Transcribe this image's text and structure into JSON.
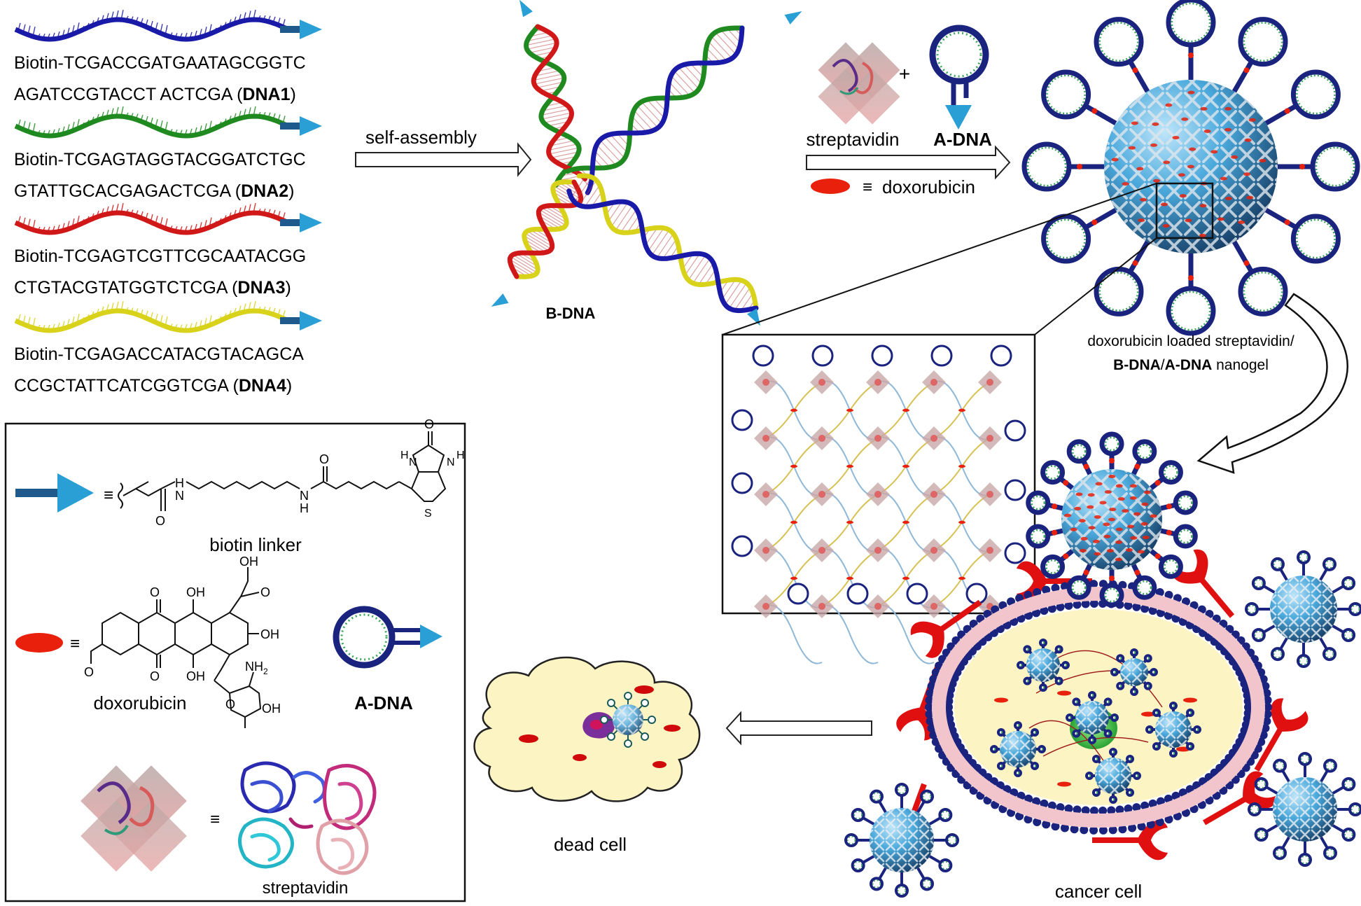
{
  "strands": [
    {
      "line1": "Biotin-TCGACCGATGAATAGCGGTC",
      "line2_seq": "AGATCCGTACCT ACTCGA (",
      "name": "DNA1",
      "color": "#1a1aa8"
    },
    {
      "line1": "Biotin-TCGAGTAGGTACGGATCTGC",
      "line2_seq": "GTATTGCACGAGACTCGA (",
      "name": "DNA2",
      "color": "#1f8a1f"
    },
    {
      "line1": "Biotin-TCGAGTCGTTCGCAATACGG",
      "line2_seq": "CTGTACGTATGGTCTCGA (",
      "name": "DNA3",
      "color": "#d01818"
    },
    {
      "line1": "Biotin-TCGAGACCATACGTACAGCA",
      "line2_seq": "CCGCTATTCATCGGTCGA (",
      "name": "DNA4",
      "color": "#d8d21a"
    }
  ],
  "close_paren": ")",
  "labels": {
    "self_assembly": "self-assembly",
    "bdna": "B-DNA",
    "plus": "+",
    "streptavidin": "streptavidin",
    "adna": "A-DNA",
    "equiv": "≡",
    "doxorubicin": "doxorubicin",
    "nanogel_line1": "doxorubicin loaded streptavidin/",
    "nanogel_bdna": "B-DNA",
    "nanogel_slash": "/",
    "nanogel_adna": "A-DNA",
    "nanogel_suffix": " nanogel",
    "dead_cell": "dead cell",
    "cancer_cell": "cancer cell"
  },
  "legend": {
    "biotin_linker": "biotin linker",
    "doxorubicin": "doxorubicin",
    "adna": "A-DNA",
    "streptavidin": "streptavidin",
    "equiv": "≡",
    "chem": {
      "H": "H",
      "N": "N",
      "O": "O",
      "S": "S",
      "OH": "OH",
      "NH2": "NH",
      "sub2": "2"
    }
  },
  "colors": {
    "dna_blue": "#1a1aa8",
    "dna_green": "#1f8a1f",
    "dna_red": "#d01818",
    "dna_yellow": "#d8d21a",
    "arrow_head": "#2a9fd6",
    "linker_bar": "#1f5a8c",
    "nanogel_sphere": "#4aa9dc",
    "doxorubicin_red": "#e8200c",
    "cell_fill": "#fdf4c4",
    "membrane_blue": "#1a237e",
    "receptor_red": "#e01010"
  }
}
